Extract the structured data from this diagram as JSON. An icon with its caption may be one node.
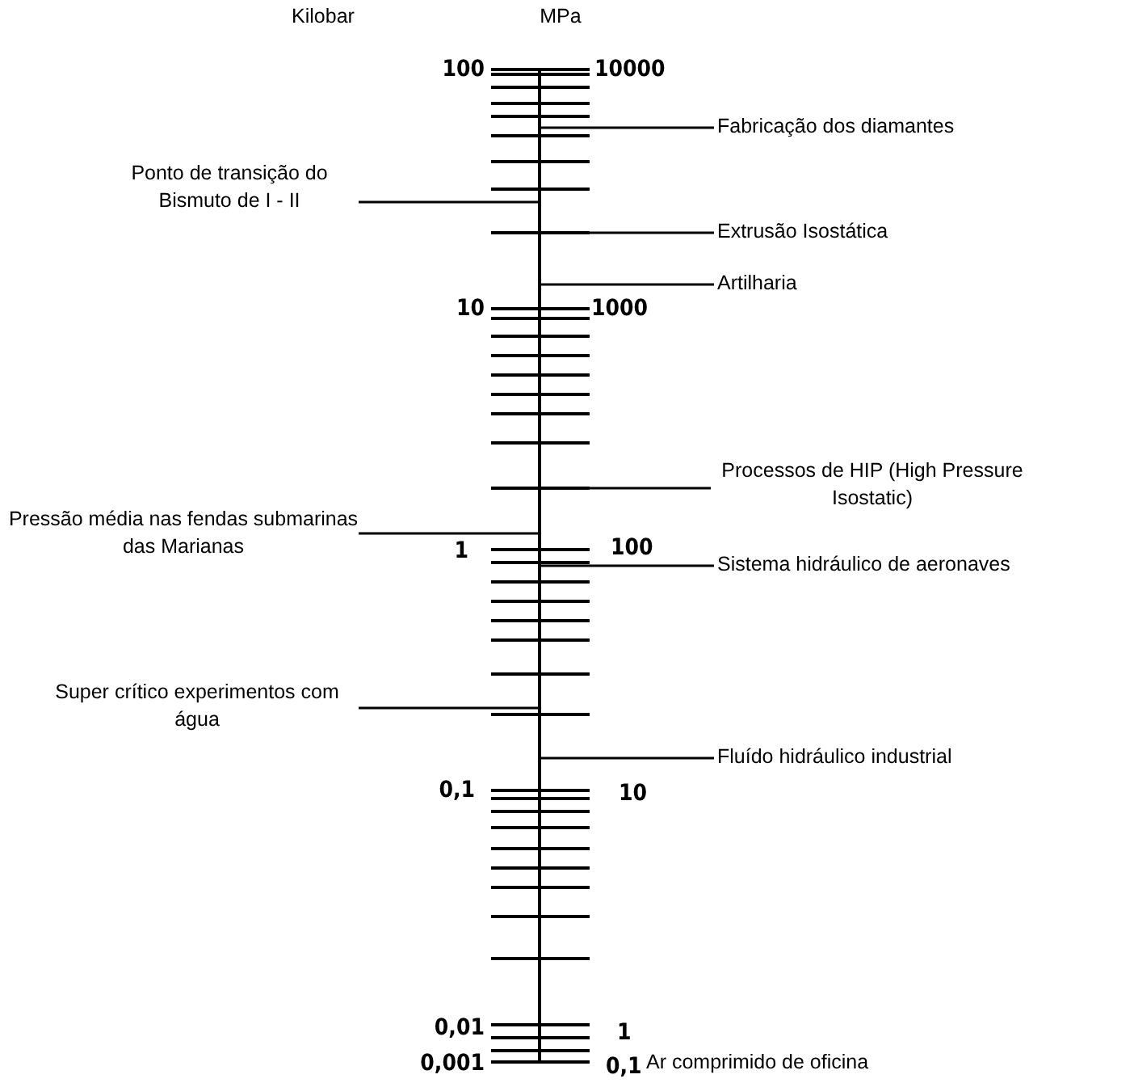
{
  "diagram": {
    "nodes": [
      {
        "text": [
          "Fabricação dos diamantes"
        ]
      },
      {
        "text": [
          "Ponto de transição do Bismuto de I - II"
        ]
      },
      {
        "text": [
          "Extrusão Isostática"
        ]
      },
      {
        "text": [
          "Artilharia"
        ]
      },
      {
        "text": [
          "Processos de HIP (High Pressure Isostatic)"
        ]
      },
      {
        "text": [
          "Pressão média nas fendas submarinas das Marianas"
        ]
      },
      {
        "text": [
          "Sistema hidráulico de aeronaves"
        ]
      },
      {
        "text": [
          "Super crítico experimentos com água"
        ]
      },
      {
        "text": [
          "Fluído hidráulico industrial"
        ]
      }
    ],
    "edges": [
      {
        "from": 0,
        "to": null,
        "arrow": "none"
      },
      {
        "from": 1,
        "to": null,
        "arrow": "none"
      },
      {
        "from": 2,
        "to": null,
        "arrow": "none"
      },
      {
        "from": 3,
        "to": null,
        "arrow": "none"
      },
      {
        "from": 4,
        "to": null,
        "arrow": "none"
      },
      {
        "from": 5,
        "to": null,
        "arrow": "none"
      },
      {
        "from": 6,
        "to": null,
        "arrow": "none"
      },
      {
        "from": 7,
        "to": null,
        "arrow": "none"
      },
      {
        "from": 8,
        "to": null,
        "arrow": "none"
      }
    ],
    "labels": [
      "Kilobar",
      "MPa",
      "100",
      "10000",
      "10",
      "1000",
      "1",
      "100",
      "0,1",
      "10",
      "0,01",
      "1",
      "0,001",
      "0,1",
      "Ar comprimido de oficina"
    ]
  }
}
